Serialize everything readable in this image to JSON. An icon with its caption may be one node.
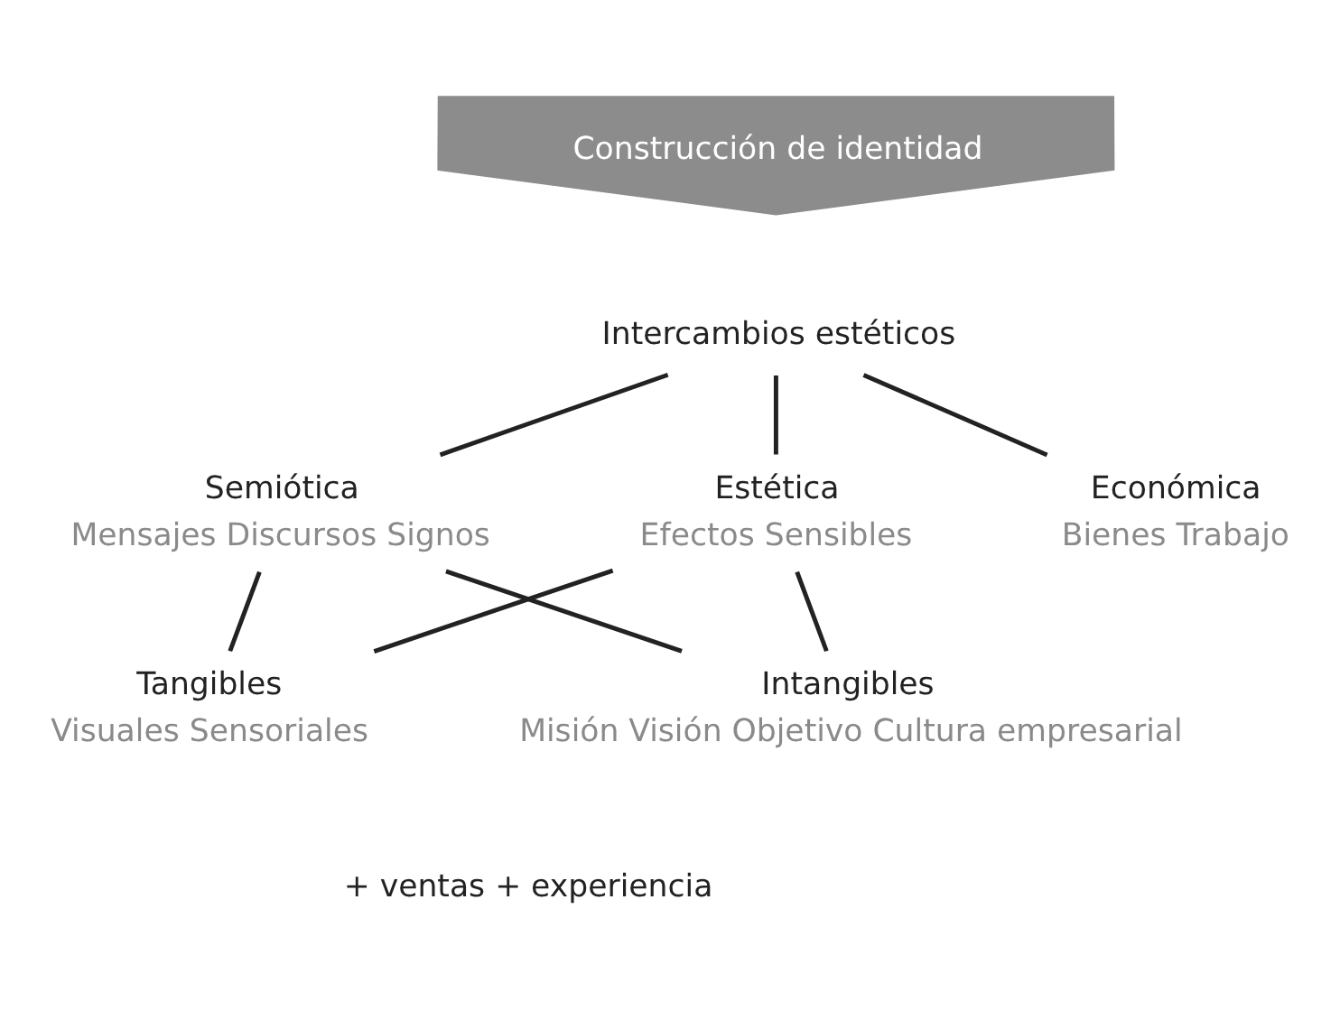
{
  "diagram": {
    "nodes": [
      {
        "text": [
          "Construcción de identidad"
        ]
      },
      {
        "text": [
          "Intercambios estéticos"
        ]
      },
      {
        "text": [
          "Estética",
          "Efectos Sensibles"
        ]
      },
      {
        "text": [
          "Económica",
          "Bienes Trabajo"
        ]
      },
      {
        "text": [
          "Semiótica",
          "Mensajes Discursos Signos"
        ]
      },
      {
        "text": [
          "Tangibles",
          "Visuales Sensoriales"
        ]
      },
      {
        "text": [
          "Intangibles",
          "Misión Visión Objetivo Cultura empresarial"
        ]
      }
    ],
    "edges": [
      {
        "from": 1,
        "to": 2,
        "arrow": "none"
      },
      {
        "from": 1,
        "to": 3,
        "arrow": "none"
      },
      {
        "from": 1,
        "to": 4,
        "arrow": "none"
      },
      {
        "from": 2,
        "to": 5,
        "arrow": "none"
      },
      {
        "from": 2,
        "to": 6,
        "arrow": "none"
      },
      {
        "from": 4,
        "to": 5,
        "arrow": "none"
      },
      {
        "from": 4,
        "to": 6,
        "arrow": "none"
      }
    ],
    "labels": [
      "+ ventas + experiencia"
    ]
  }
}
